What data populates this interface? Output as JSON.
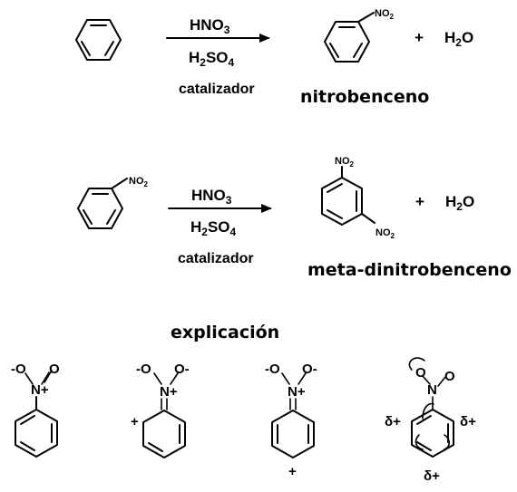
{
  "reaction1": {
    "reagent_top": "HNO",
    "reagent_top_sub": "3",
    "reagent_bottom": "H",
    "reagent_bottom_sub1": "2",
    "reagent_bottom_mid": "SO",
    "reagent_bottom_sub2": "4",
    "catalyst": "catalizador",
    "substituent": "NO",
    "substituent_sub": "2",
    "plus": "+",
    "byproduct": "H",
    "byproduct_sub": "2",
    "byproduct_end": "O",
    "product_name": "nitrobenceno"
  },
  "reaction2": {
    "start_substituent": "NO",
    "start_substituent_sub": "2",
    "reagent_top": "HNO",
    "reagent_top_sub": "3",
    "reagent_bottom": "H",
    "reagent_bottom_sub1": "2",
    "reagent_bottom_mid": "SO",
    "reagent_bottom_sub2": "4",
    "catalyst": "catalizador",
    "prod_sub_top": "NO",
    "prod_sub_top_sub": "2",
    "prod_sub_bottom": "NO",
    "prod_sub_bottom_sub": "2",
    "plus": "+",
    "byproduct": "H",
    "byproduct_sub": "2",
    "byproduct_end": "O",
    "product_name": "meta-dinitrobenceno"
  },
  "explanation": {
    "heading": "explicación",
    "O_minus": "-O",
    "O": "O",
    "O_minus_right": "O-",
    "N_plus": "N+",
    "N_plus_eq": "N+",
    "carbocation": "+",
    "delta": "δ+"
  }
}
